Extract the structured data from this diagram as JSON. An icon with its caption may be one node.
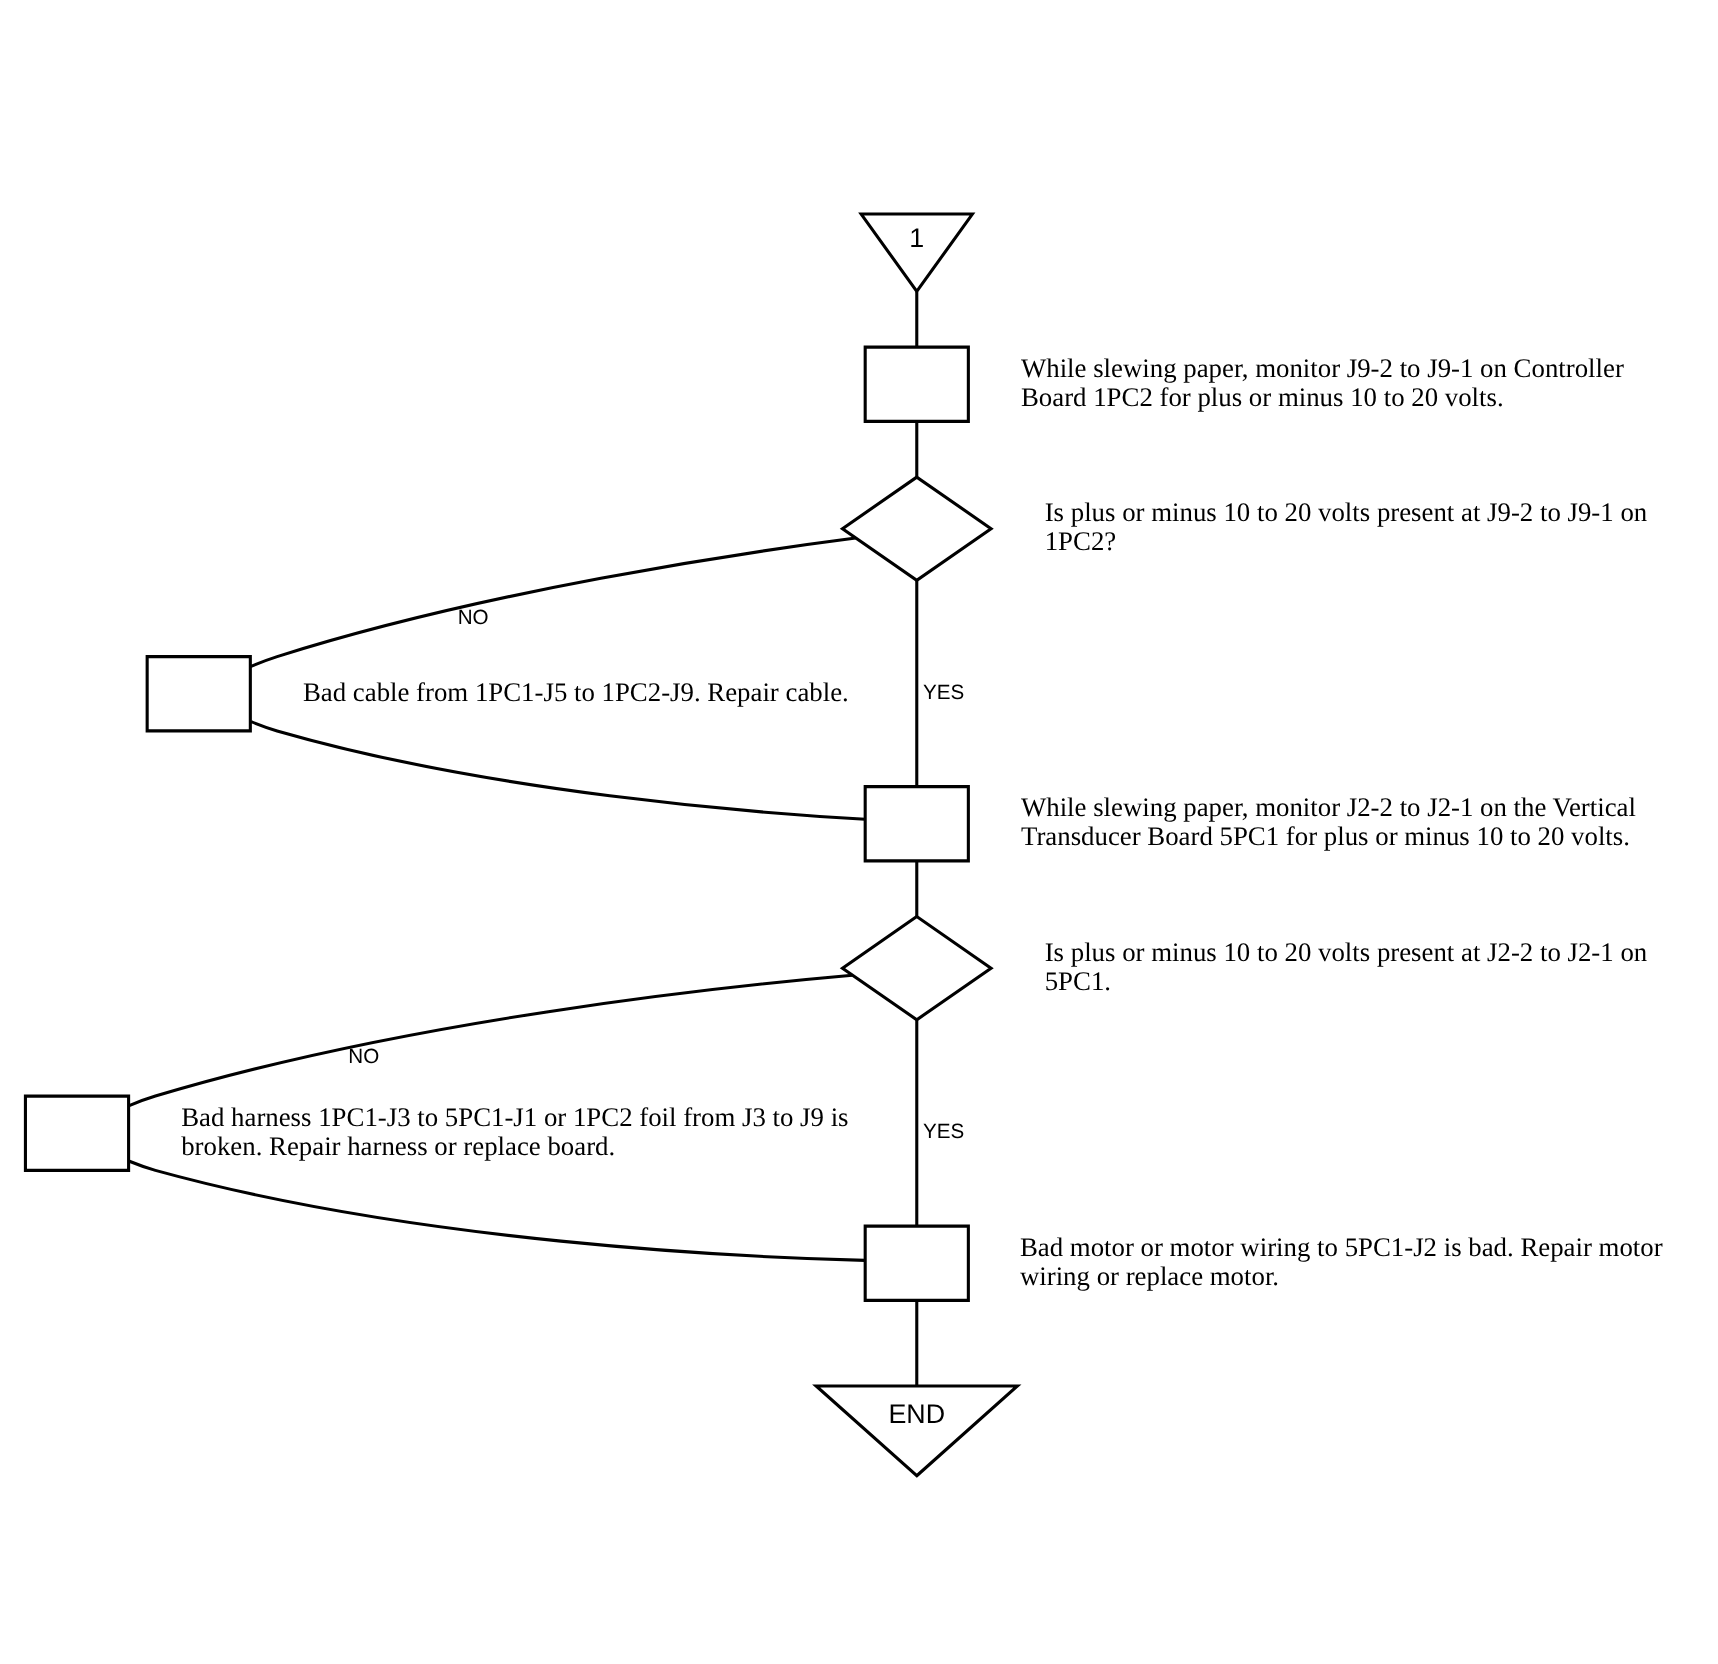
{
  "diagram": {
    "nodes": [
      {
        "text": [
          "1"
        ]
      },
      {
        "text": [],
        "shape": "box",
        "beside": [
          "While slewing paper, monitor J9-2 to J9-1 on Controller Board 1PC2 for plus or minus 10 to 20 volts."
        ]
      },
      {
        "text": [],
        "shape": "diamond",
        "beside": [
          "Is plus or minus 10 to 20 volts present at J9-2 to J9-1 on 1PC2?"
        ]
      },
      {
        "text": [],
        "shape": "box",
        "beside": [
          "Bad cable from 1PC1-J5 to 1PC2-J9. Repair cable."
        ]
      },
      {
        "text": [],
        "shape": "box",
        "beside": [
          "While slewing paper, monitor J2-2 to J2-1 on the Vertical Transducer Board 5PC1 for plus or minus 10 to 20 volts."
        ]
      },
      {
        "text": [],
        "shape": "diamond",
        "beside": [
          "Is plus or minus 10 to 20 volts present at J2-2 to J2-1 on 5PC1."
        ]
      },
      {
        "text": [],
        "shape": "box",
        "beside": [
          "Bad harness 1PC1-J3 to 5PC1-J1 or 1PC2 foil from J3 to J9 is broken. Repair harness or replace board."
        ]
      },
      {
        "text": [],
        "shape": "box",
        "beside": [
          "Bad motor or motor wiring to 5PC1-J2 is bad. Repair motor wiring or replace motor."
        ]
      },
      {
        "text": [
          "END"
        ]
      }
    ],
    "edges": [
      {
        "from": 0,
        "to": 1,
        "arrow": "none"
      },
      {
        "from": 1,
        "to": 2,
        "arrow": "none"
      },
      {
        "from": 2,
        "to": 3,
        "arrow": "none",
        "label": "NO"
      },
      {
        "from": 2,
        "to": 4,
        "arrow": "none",
        "label": "YES"
      },
      {
        "from": 3,
        "to": 4,
        "arrow": "none"
      },
      {
        "from": 4,
        "to": 5,
        "arrow": "none"
      },
      {
        "from": 5,
        "to": 6,
        "arrow": "none",
        "label": "NO"
      },
      {
        "from": 5,
        "to": 7,
        "arrow": "none",
        "label": "YES"
      },
      {
        "from": 6,
        "to": 7,
        "arrow": "none"
      },
      {
        "from": 7,
        "to": 8,
        "arrow": "none"
      }
    ]
  }
}
